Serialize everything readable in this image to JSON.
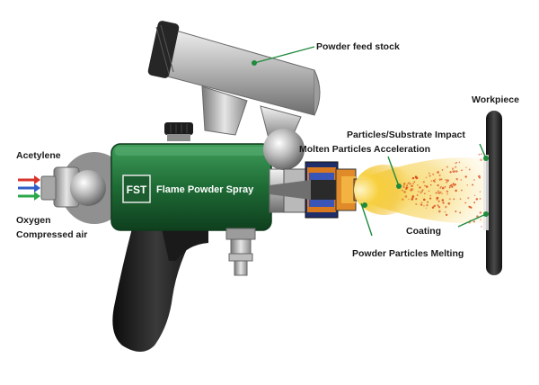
{
  "diagram": {
    "device": {
      "logo": "FST",
      "name": "Flame Powder Spray"
    },
    "labels": {
      "powder_feed": "Powder feed stock",
      "workpiece": "Workpiece",
      "impact": "Particles/Substrate Impact",
      "acceleration": "Molten Particles Acceleration",
      "acetylene": "Acetylene",
      "oxygen": "Oxygen",
      "compressed_air": "Compressed air",
      "coating": "Coating",
      "melting": "Powder Particles Melting"
    },
    "gas_arrow_colors": [
      "#d9342b",
      "#2f5fc9",
      "#2aa84a"
    ],
    "accent_color": "#1f8a3c",
    "body_color": "#1e6b35"
  }
}
